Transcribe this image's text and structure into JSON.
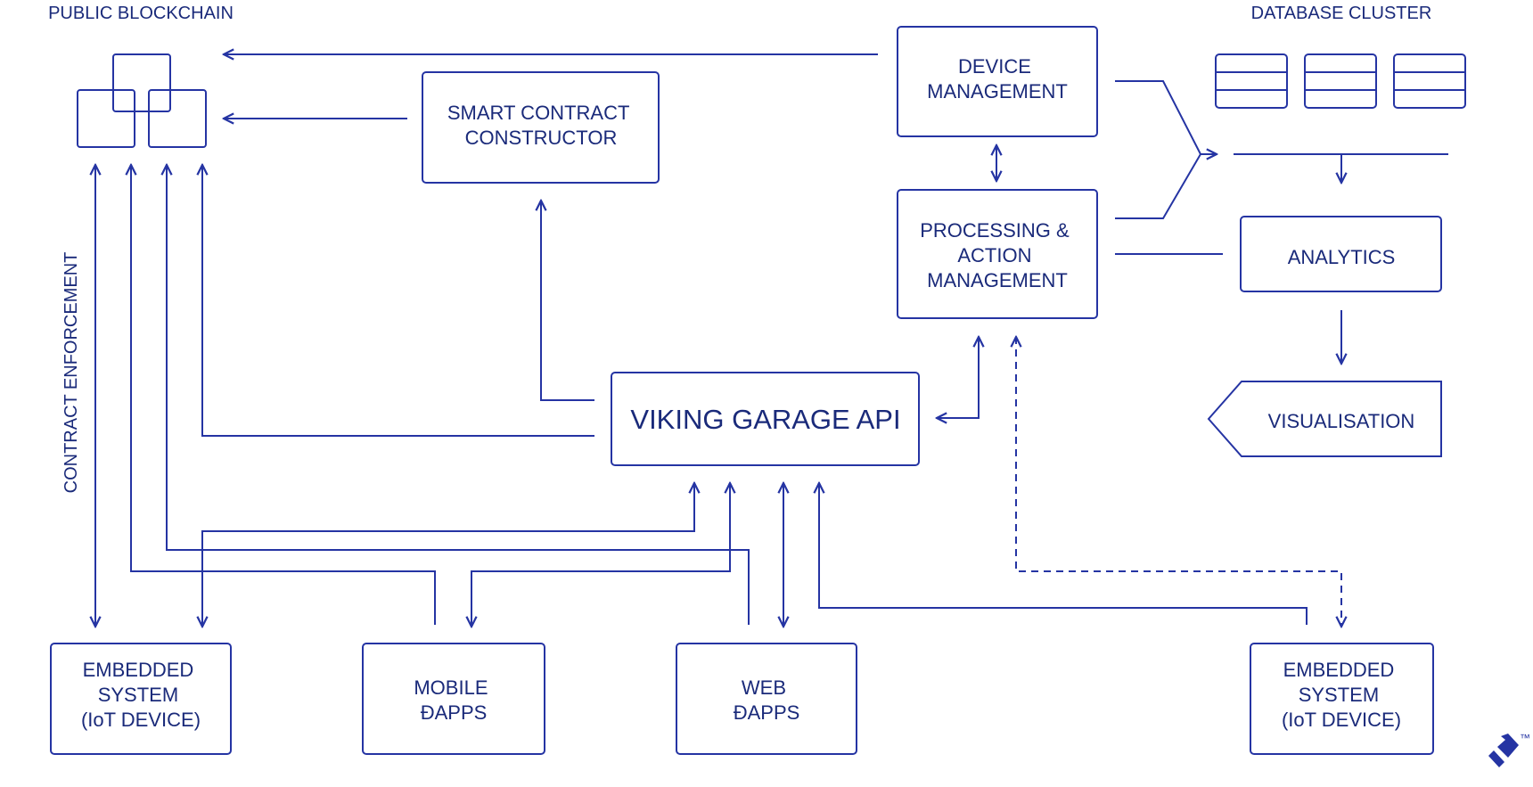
{
  "colors": {
    "stroke": "#2534a3",
    "text": "#1a2a7a",
    "background": "#ffffff"
  },
  "labels": {
    "public_blockchain": "PUBLIC BLOCKCHAIN",
    "database_cluster": "DATABASE CLUSTER",
    "contract_enforcement": "CONTRACT ENFORCEMENT",
    "trademark": "™"
  },
  "boxes": {
    "smart_contract": [
      "SMART CONTRACT",
      "CONSTRUCTOR"
    ],
    "device_management": [
      "DEVICE",
      "MANAGEMENT"
    ],
    "processing": [
      "PROCESSING &",
      "ACTION",
      "MANAGEMENT"
    ],
    "analytics": [
      "ANALYTICS"
    ],
    "visualisation": [
      "VISUALISATION"
    ],
    "api": [
      "VIKING GARAGE API"
    ],
    "embedded_left": [
      "EMBEDDED",
      "SYSTEM",
      "(IoT DEVICE)"
    ],
    "mobile": [
      "MOBILE",
      "ĐAPPS"
    ],
    "web": [
      "WEB",
      "ĐAPPS"
    ],
    "embedded_right": [
      "EMBEDDED",
      "SYSTEM",
      "(IoT DEVICE)"
    ]
  },
  "icons": {
    "blockchain": "blockchain-blocks-icon",
    "database": "database-table-icon",
    "logo": "toptal-logo-icon"
  }
}
